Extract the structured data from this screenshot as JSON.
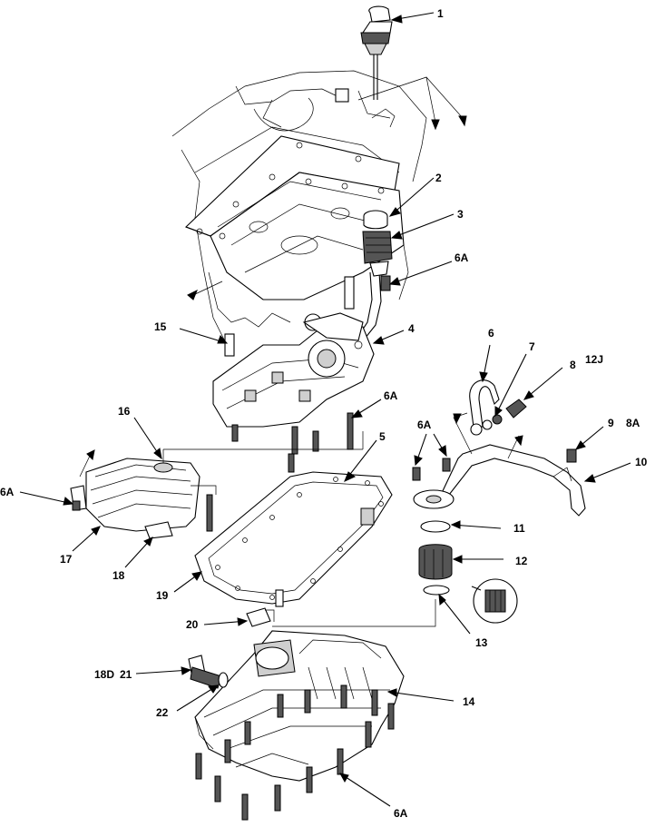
{
  "callouts": {
    "c1": "1",
    "c2": "2",
    "c3": "3",
    "c4": "4",
    "c5": "5",
    "c6": "6",
    "c7": "7",
    "c8": "8",
    "c9": "9",
    "c10": "10",
    "c11": "11",
    "c12": "12",
    "c13": "13",
    "c14": "14",
    "c15": "15",
    "c16": "16",
    "c17": "17",
    "c18": "18",
    "c19": "19",
    "c20": "20",
    "c21": "21",
    "c22": "22",
    "c6a_tube": "6A",
    "c6a_valvebody": "6A",
    "c6a_center": "6A",
    "c6a_left": "6A",
    "c6a_bottom": "6A",
    "c12j": "12J",
    "c8a": "8A",
    "c18d": "18D"
  }
}
